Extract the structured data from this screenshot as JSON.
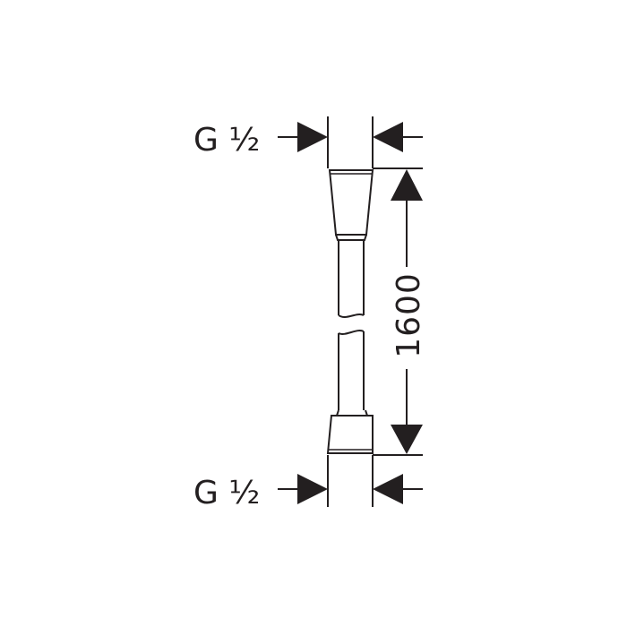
{
  "drawing": {
    "top_thread_label": "G ½",
    "bottom_thread_label": "G ½",
    "length_label": "1600",
    "line_color": "#231f20",
    "background": "#ffffff"
  }
}
